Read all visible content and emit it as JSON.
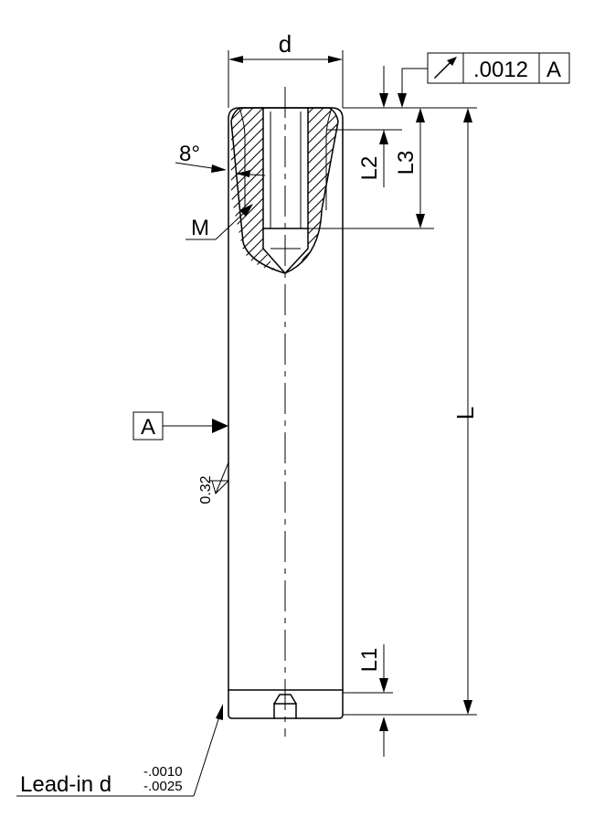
{
  "labels": {
    "diameter": "d",
    "runout_tolerance": ".0012",
    "datum_ref": "A",
    "angle": "8°",
    "thread": "M",
    "depth_l2": "L2",
    "depth_l3": "L3",
    "length": "L",
    "datum": "A",
    "roughness": "0.32",
    "chamfer_l1": "L1",
    "lead_in": "Lead-in d",
    "tol_upper": "-.0010",
    "tol_lower": "-.0025"
  },
  "colors": {
    "line": "#000000",
    "background": "#ffffff"
  }
}
